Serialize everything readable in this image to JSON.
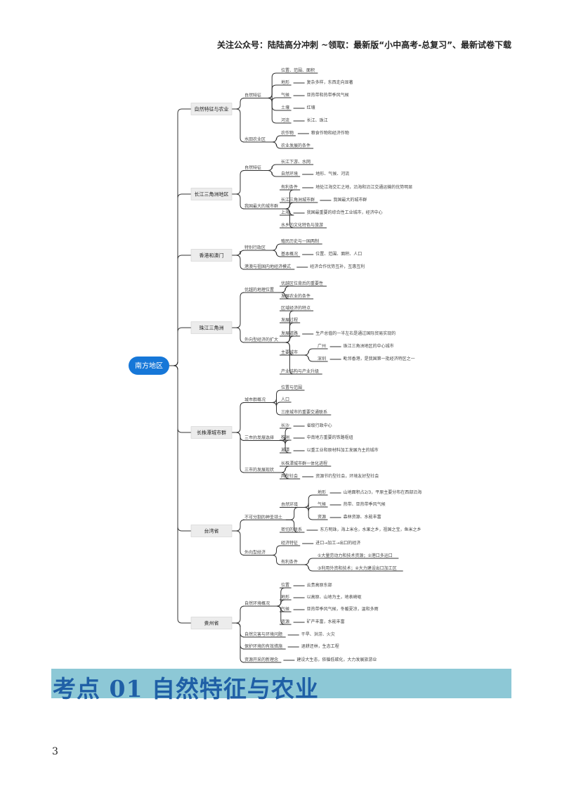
{
  "header": {
    "text": "关注公众号：陆陆高分冲刺 ~领取：最新版“小中高考-总复习”、最新试卷下载"
  },
  "mindmap": {
    "root": "南方地区",
    "branches": [
      {
        "label": "自然特征与农业",
        "children": [
          {
            "label": "自然特征",
            "children": [
              {
                "label": "位置、范围、面积"
              },
              {
                "label": "地形",
                "note": "复杂多样，东西走向显著"
              },
              {
                "label": "气候",
                "note": "亚热带和热带季风气候"
              },
              {
                "label": "土壤",
                "note": "红壤"
              },
              {
                "label": "河流",
                "note": "长江、珠江"
              }
            ]
          },
          {
            "label": "水田农业区",
            "children": [
              {
                "label": "农作物",
                "note": "粮食作物和经济作物"
              },
              {
                "label": "农业发展的条件"
              }
            ]
          }
        ]
      },
      {
        "label": "长江三角洲地区",
        "children": [
          {
            "label": "自然特征",
            "children": [
              {
                "label": "长江下游、水网"
              },
              {
                "label": "自然环境",
                "note": "地形、气候、河流"
              }
            ]
          },
          {
            "label": "我国最大的城市群",
            "children": [
              {
                "label": "有利条件",
                "note": "地处江海交汇之地，沿海和沿江交通运输的优势明显"
              },
              {
                "label": "长江三角洲城市群",
                "note": "我国最大的城市群"
              },
              {
                "label": "上海",
                "note": "我国最重要的综合性工业城市，经济中心"
              },
              {
                "label": "水乡的文化特色与旅游"
              }
            ]
          }
        ]
      },
      {
        "label": "香港和澳门",
        "children": [
          {
            "label": "特别行政区",
            "children": [
              {
                "label": "殖民历史与一国两制"
              },
              {
                "label": "基本概况",
                "note": "位置、范围、面积、人口"
              }
            ]
          },
          {
            "label": "港澳与祖国内地经济模式",
            "note": "经济合作优势互补，互惠互利"
          }
        ]
      },
      {
        "label": "珠江三角洲",
        "children": [
          {
            "label": "优越的地理位置",
            "children": [
              {
                "label": "优越区位背后的重要性"
              },
              {
                "label": "发展农业的条件"
              }
            ]
          },
          {
            "label": "外向型经济的扩大",
            "children": [
              {
                "label": "区域经济的特点"
              },
              {
                "label": "发展过程"
              },
              {
                "label": "发展道路",
                "note": "生产总值的一半左右是通过国际贸易实现的"
              },
              {
                "label": "主要城市",
                "children": [
                  {
                    "label": "广州",
                    "note": "珠江三角洲地区的中心城市"
                  },
                  {
                    "label": "深圳",
                    "note": "毗邻香港，是我国第一批经济特区之一"
                  }
                ]
              },
              {
                "label": "产业结构与产业升级"
              }
            ]
          }
        ]
      },
      {
        "label": "长株潭城市群",
        "children": [
          {
            "label": "城市群概况",
            "children": [
              {
                "label": "位置与范围"
              },
              {
                "label": "人口"
              },
              {
                "label": "三座城市的重要交通联系"
              }
            ]
          },
          {
            "label": "三市的发展选择",
            "children": [
              {
                "label": "长沙",
                "note": "省级行政中心"
              },
              {
                "label": "株洲",
                "note": "中南地方重要的铁路枢纽"
              },
              {
                "label": "湘潭",
                "note": "以重工业和原材料加工发展为主的城市"
              }
            ]
          },
          {
            "label": "三市的发展现状",
            "children": [
              {
                "label": "长株潭城市群一体化进程"
              },
              {
                "label": "两型社会",
                "note": "资源节约型社会，环境友好型社会"
              }
            ]
          }
        ]
      },
      {
        "label": "台湾省",
        "children": [
          {
            "label": "不可分割的神圣领土",
            "children": [
              {
                "label": "自然环境",
                "children": [
                  {
                    "label": "地形",
                    "note": "山地面积占2/3，平原主要分布在西部沿海"
                  },
                  {
                    "label": "气候",
                    "note": "热带、亚热带季风气候"
                  },
                  {
                    "label": "资源",
                    "note": "森林资源、水能丰富"
                  }
                ]
              },
              {
                "label": "密切的联系",
                "note": "东方明珠，海上米仓，水果之乡，祖国之宝，鱼米之乡"
              }
            ]
          },
          {
            "label": "外向型经济",
            "children": [
              {
                "label": "经济特征",
                "note": "进口→加工→出口的经济"
              },
              {
                "label": "有利条件",
                "children": [
                  {
                    "label": "①大量劳动力和技术资源；②港口多运口"
                  },
                  {
                    "label": "③利用外资和技术；④大力建设出口加工区"
                  }
                ]
              }
            ]
          }
        ]
      },
      {
        "label": "贵州省",
        "children": [
          {
            "label": "自然环境概况",
            "children": [
              {
                "label": "位置",
                "note": "云贵高原东部"
              },
              {
                "label": "地形",
                "note": "以高原、山地为主，地表崎岖"
              },
              {
                "label": "气候",
                "note": "亚热带季风气候，冬暖夏凉，温和多雨"
              },
              {
                "label": "资源",
                "note": "矿产丰富，水能丰富"
              }
            ]
          },
          {
            "label": "自然灾害与环境问题",
            "note": "干旱、洪涝、火灾"
          },
          {
            "label": "保护环境的有效措施",
            "note": "退耕还林，生态工程"
          },
          {
            "label": "资源开采的新理念",
            "note": "建设大生态，依循低碳化，大力发展旅游业"
          }
        ]
      }
    ]
  },
  "banner": {
    "text": "考点 01  自然特征与农业"
  },
  "page_number": "3"
}
